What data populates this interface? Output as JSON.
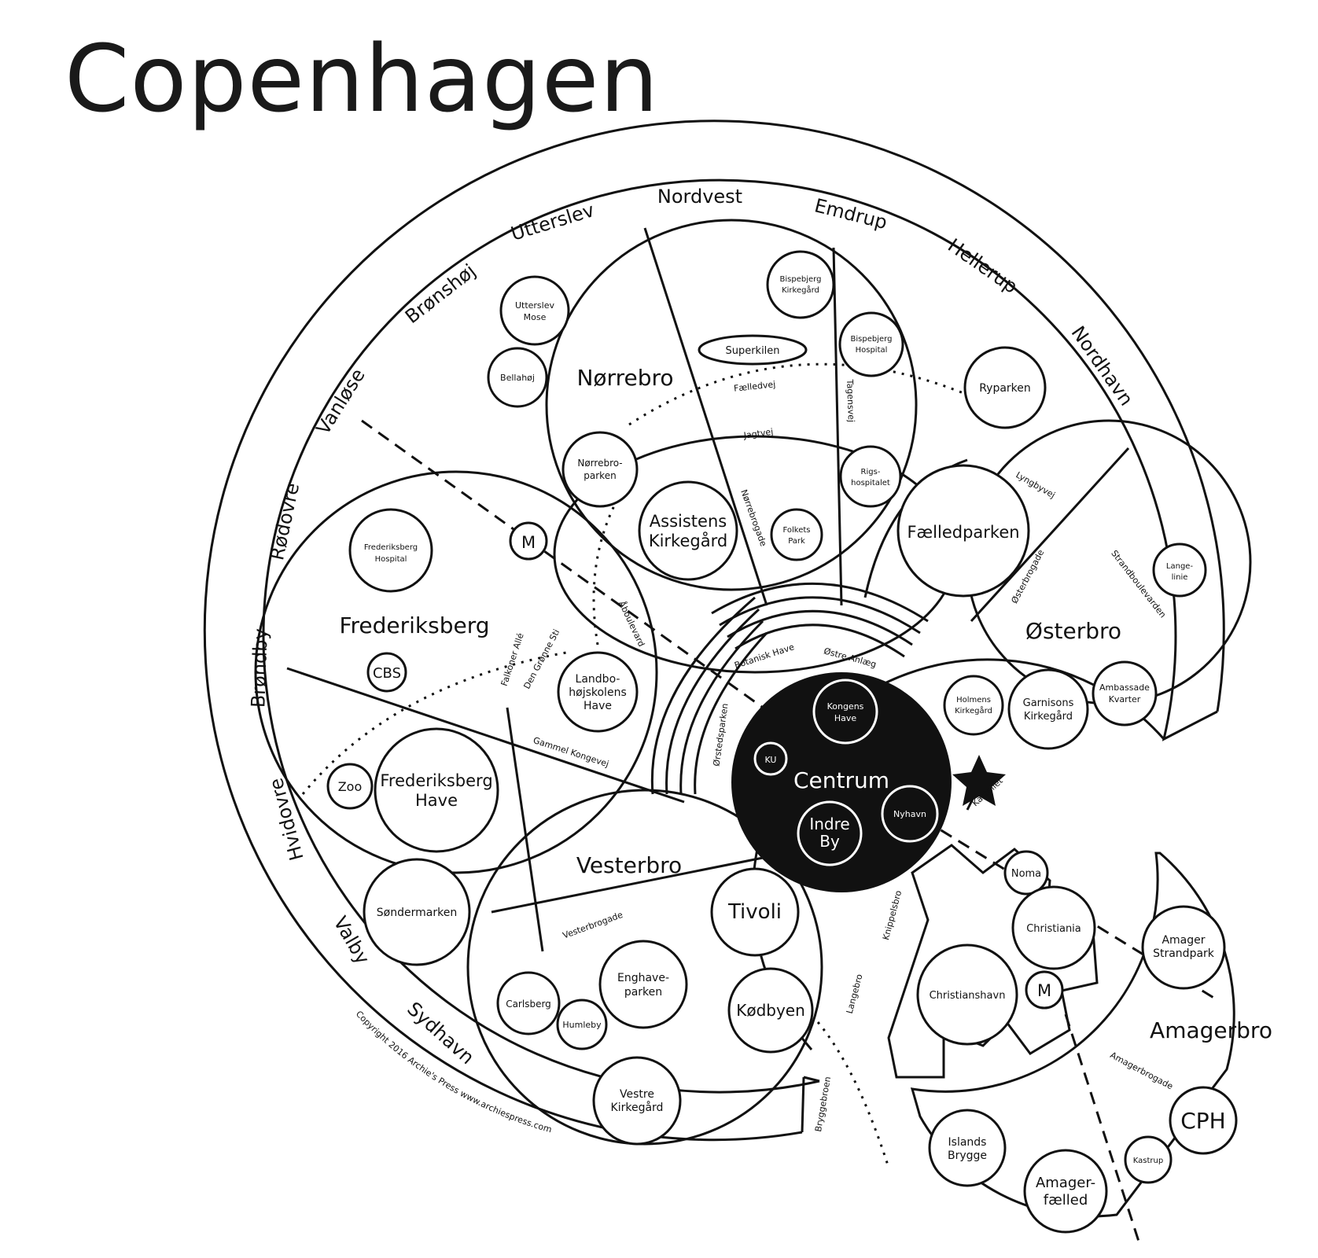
{
  "title": "Copenhagen",
  "copyright": "Copyright 2016 Archie's Press www.archiespress.com",
  "colors": {
    "ink": "#111111",
    "paper": "#ffffff",
    "centrum_fill": "#111111"
  },
  "outer_ring": [
    "Nordvest",
    "Emdrup",
    "Hellerup",
    "Nordhavn",
    "Utterslev",
    "Brønshøj",
    "Vanløse",
    "Rødovre",
    "Brøndby",
    "Hvidovre",
    "Valby",
    "Sydhavn"
  ],
  "districts": {
    "norrebro": "Nørrebro",
    "frederiksberg": "Frederiksberg",
    "vesterbro": "Vesterbro",
    "osterbro": "Østerbro",
    "centrum": "Centrum",
    "amagerbro": "Amagerbro"
  },
  "places": {
    "utterslev_mose": [
      "Utterslev",
      "Mose"
    ],
    "bellahoj": "Bellahøj",
    "nbjerg_kirkegard": [
      "Bispebjerg",
      "Kirkegård"
    ],
    "bispebjerg_hospital": [
      "Bispebjerg",
      "Hospital"
    ],
    "superkilen": "Superkilen",
    "ryparken": "Ryparken",
    "norrebroparken": [
      "Nørrebro-",
      "parken"
    ],
    "rigshospitalet": [
      "Rigs-",
      "hospitalet"
    ],
    "assistens": [
      "Assistens",
      "Kirkegård"
    ],
    "folkets_park": [
      "Folkets",
      "Park"
    ],
    "faelledparken": "Fælledparken",
    "langelinie": [
      "Lange-",
      "linie"
    ],
    "frb_hospital": [
      "Frederiksberg",
      "Hospital"
    ],
    "metro_m": "M",
    "cbs": "CBS",
    "landbo": [
      "Landbo-",
      "højskolens",
      "Have"
    ],
    "holmens": [
      "Holmens",
      "Kirkegård"
    ],
    "garnisons": [
      "Garnisons",
      "Kirkegård"
    ],
    "ambassade": [
      "Ambassade",
      "Kvarter"
    ],
    "kongens_have": [
      "Kongens",
      "Have"
    ],
    "ku": "KU",
    "indre_by": [
      "Indre",
      "By"
    ],
    "nyhavn": "Nyhavn",
    "zoo": "Zoo",
    "frb_have": [
      "Frederiksberg",
      "Have"
    ],
    "sondermarken": "Søndermarken",
    "tivoli": "Tivoli",
    "noma": "Noma",
    "christiania": "Christiania",
    "amager_strandpark": [
      "Amager",
      "Strandpark"
    ],
    "carlsberg": "Carlsberg",
    "humleby": "Humleby",
    "enghave": [
      "Enghave-",
      "parken"
    ],
    "kodbyen": "Kødbyen",
    "christianshavn": "Christianshavn",
    "cph": "CPH",
    "vestre": [
      "Vestre",
      "Kirkegård"
    ],
    "islands_brygge": [
      "Islands",
      "Brygge"
    ],
    "amager_faelled": [
      "Amager-",
      "fælled"
    ],
    "kastrup": "Kastrup"
  },
  "streets": {
    "faelledvej": "Fælledvej",
    "jagtvej": "Jagtvej",
    "norrebrogade": "Nørrebrogade",
    "tagensvej": "Tagensvej",
    "lyngbyvej": "Lyngbyvej",
    "strandboulevarden": "Strandboulevarden",
    "osterbrogade": "Østerbrogade",
    "falkoner_alle": "Falkoner Allé",
    "den_gronne_sti": "Den Grønne Sti",
    "aboulevard": "Åboulevard",
    "botanisk_have": "Botanisk Have",
    "ostre_anlaeg": "Østre Anlæg",
    "gammel_kongevej": "Gammel Kongevej",
    "ostedsparken": "Ørstedsparken",
    "kastellet": "Kastellet",
    "vesterbrogade": "Vesterbrogade",
    "knippelsbro": "Knippelsbro",
    "langebro": "Langebro",
    "bryggebroen": "Bryggebroen",
    "amagerbrogade": "Amagerbrogade"
  }
}
